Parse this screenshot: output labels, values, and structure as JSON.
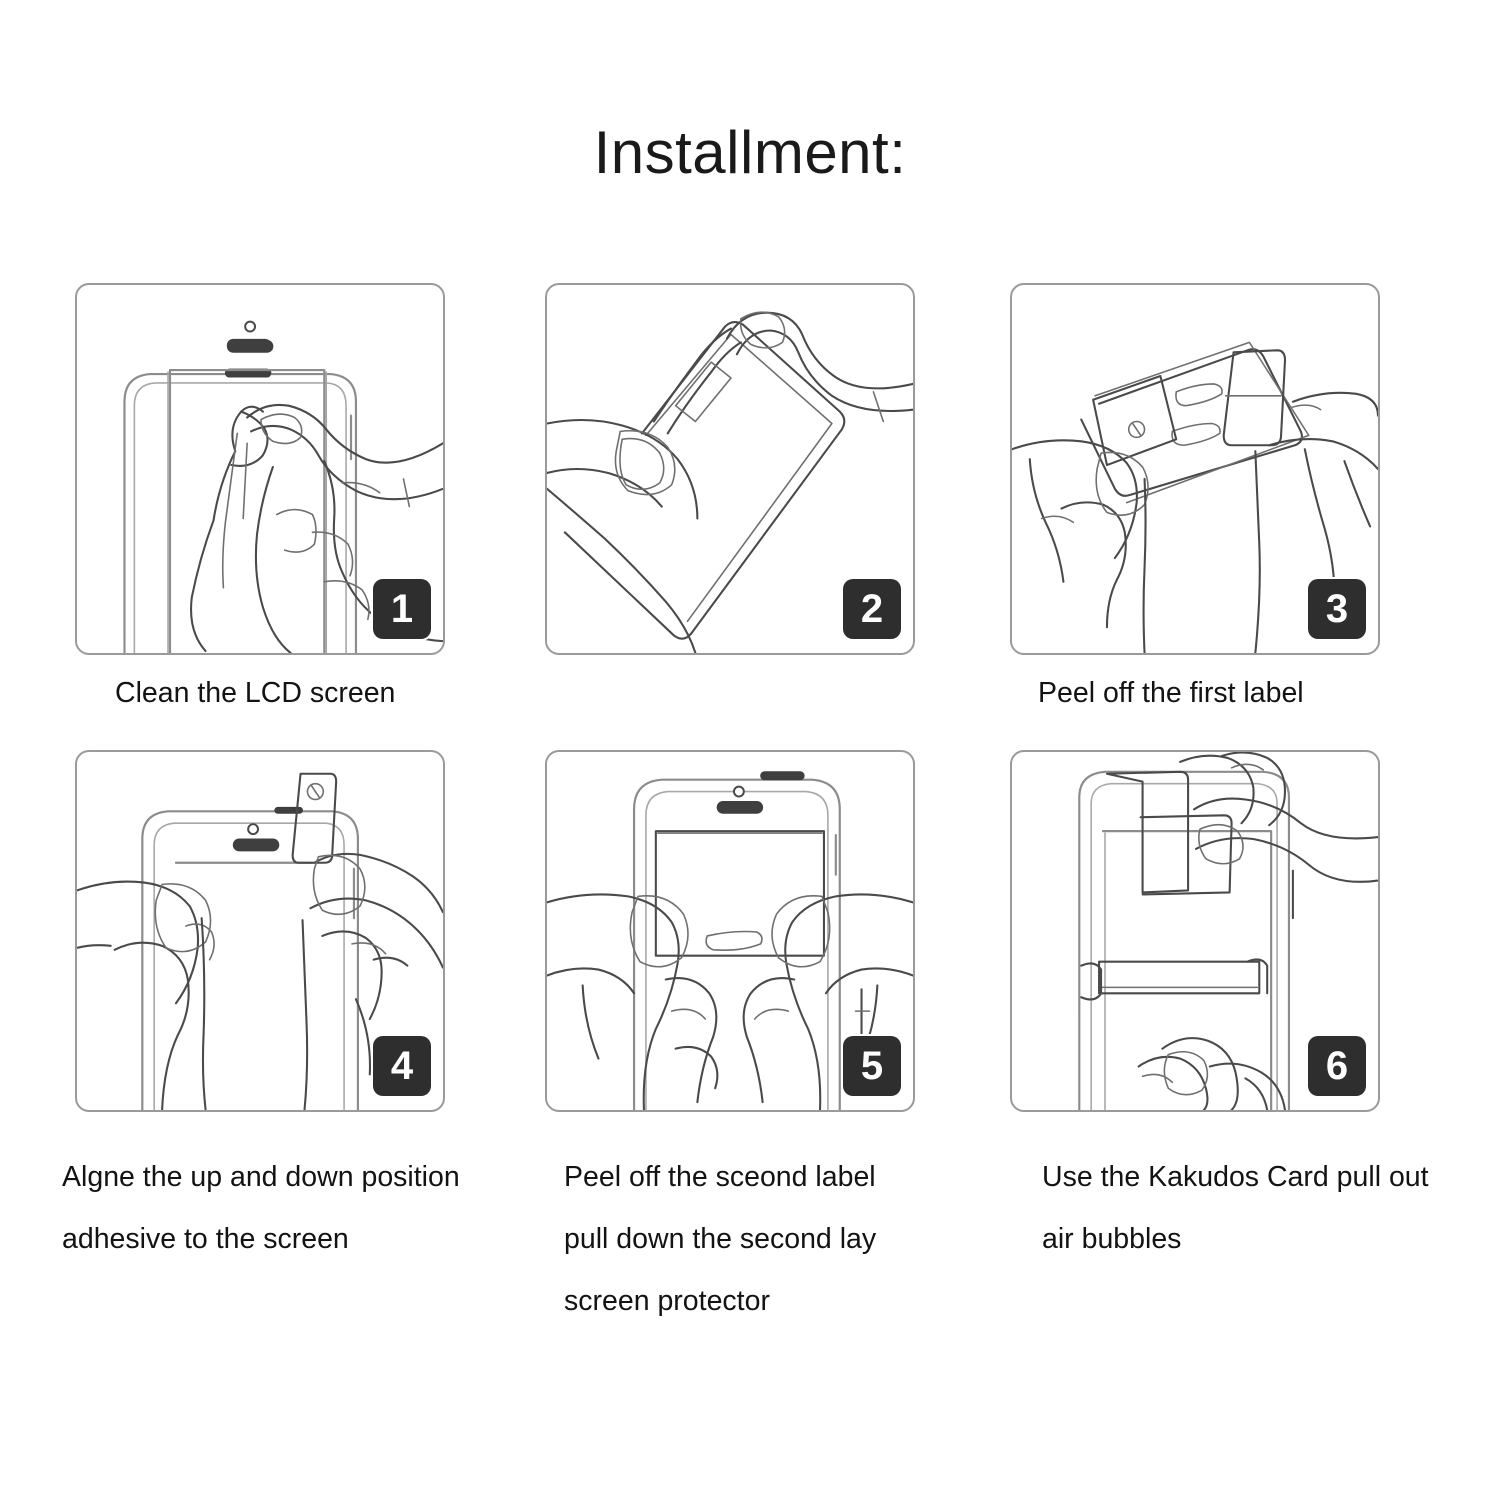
{
  "title": "Installment:",
  "colors": {
    "background": "#ffffff",
    "panel_border": "#9a9a9a",
    "badge_background": "#2e2e2e",
    "badge_text": "#ffffff",
    "text": "#131313",
    "line_art": "#4a4a4a"
  },
  "steps": [
    {
      "number": "1",
      "caption": "Clean the LCD screen",
      "illustration": "phone-with-hand-wiping-cloth-on-screen"
    },
    {
      "number": "2",
      "caption": "",
      "illustration": "two-fingers-peeling-label-tab-off-protector"
    },
    {
      "number": "3",
      "caption": "Peel off the first label",
      "illustration": "two-hands-pulling-first-label-from-phone-top"
    },
    {
      "number": "4",
      "caption": "Algne the up and down position\nadhesive to the screen",
      "illustration": "two-thumbs-aligning-protector-on-phone-top"
    },
    {
      "number": "5",
      "caption": "Peel off the sceond label\npull down the second lay\nscreen protector",
      "illustration": "two-hands-pulling-down-second-layer-on-phone"
    },
    {
      "number": "6",
      "caption": "Use the Kakudos Card pull out\nair bubbles",
      "illustration": "hand-using-card-to-squeegee-air-bubbles"
    }
  ]
}
